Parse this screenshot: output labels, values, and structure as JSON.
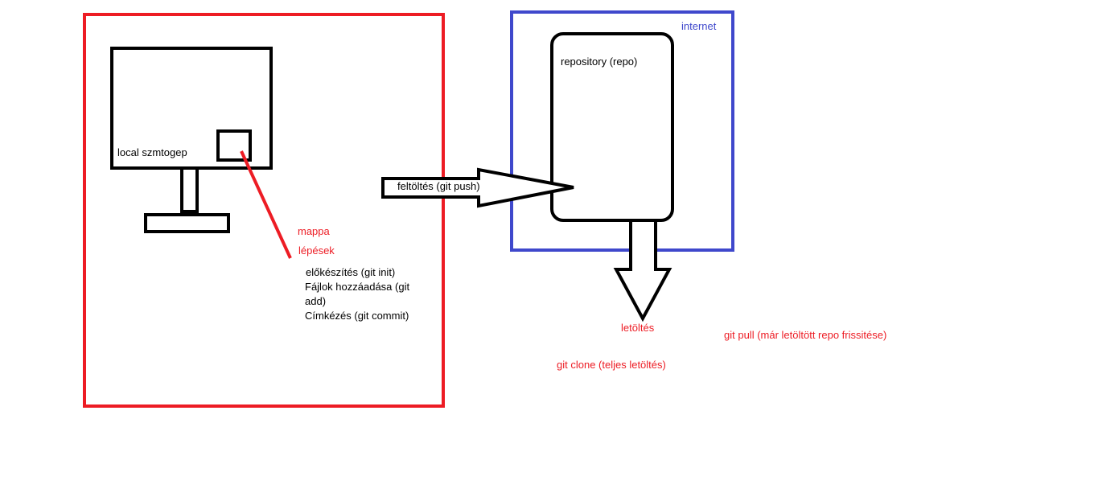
{
  "colors": {
    "local_frame": "#ed1c24",
    "internet_frame": "#3f48cc",
    "outline": "#000000",
    "red_text": "#ed1c24",
    "blue_text": "#3f48cc",
    "black_text": "#000000",
    "background": "#ffffff"
  },
  "labels": {
    "internet": "internet",
    "local_computer": "local szmtogep",
    "repository": "repository (repo)",
    "push_arrow": "feltöltés (git push)",
    "folder": "mappa",
    "steps_heading": "lépések",
    "steps": [
      "előkészítés (git init)",
      "Fájlok hozzáadása (git",
      "add)",
      "Címkézés (git commit)"
    ],
    "download": "letöltés",
    "git_pull": "git pull (már letöltött repo frissitése)",
    "git_clone": "git clone (teljes letöltés)"
  }
}
